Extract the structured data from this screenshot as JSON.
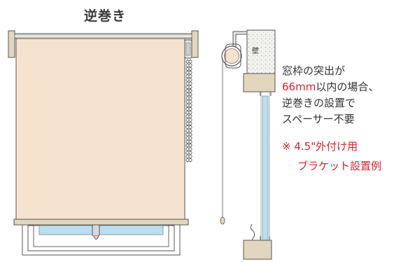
{
  "title": "逆巻き",
  "wall_label": "壁",
  "note": {
    "line1": "窓枠の突出が",
    "line2_red": "66mm",
    "line2_rest": "以内の場合、",
    "line3": "逆巻きの設置で",
    "line4": "スペーサー不要"
  },
  "reference": {
    "line1": "※ 4.5\"外付け用",
    "line2": "ブラケット設置例"
  },
  "colors": {
    "fabric": "#f6e3cf",
    "frame": "#e2d6be",
    "glass": "#b9dff0",
    "accent_red": "#d8232a",
    "outline": "#555555"
  }
}
